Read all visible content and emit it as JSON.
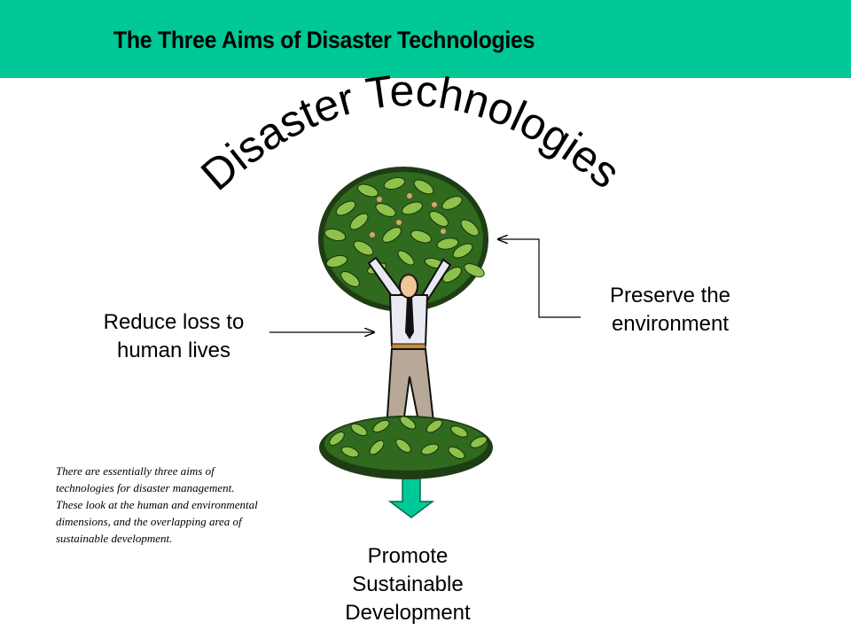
{
  "slide": {
    "title": "The Three Aims of Disaster Technologies",
    "arc_title": "Disaster Technologies",
    "accent_color": "#00c896"
  },
  "aims": {
    "left": [
      "Reduce loss to",
      "human lives"
    ],
    "right": [
      "Preserve the",
      "environment"
    ],
    "bottom": [
      "Promote",
      "Sustainable",
      "Development"
    ]
  },
  "caption": "There are essentially three aims of technologies for disaster management. These look at the human and environmental dimensions, and the overlapping area of sustainable development.",
  "illustration": {
    "icon": "man-with-tree-clipart-icon"
  }
}
